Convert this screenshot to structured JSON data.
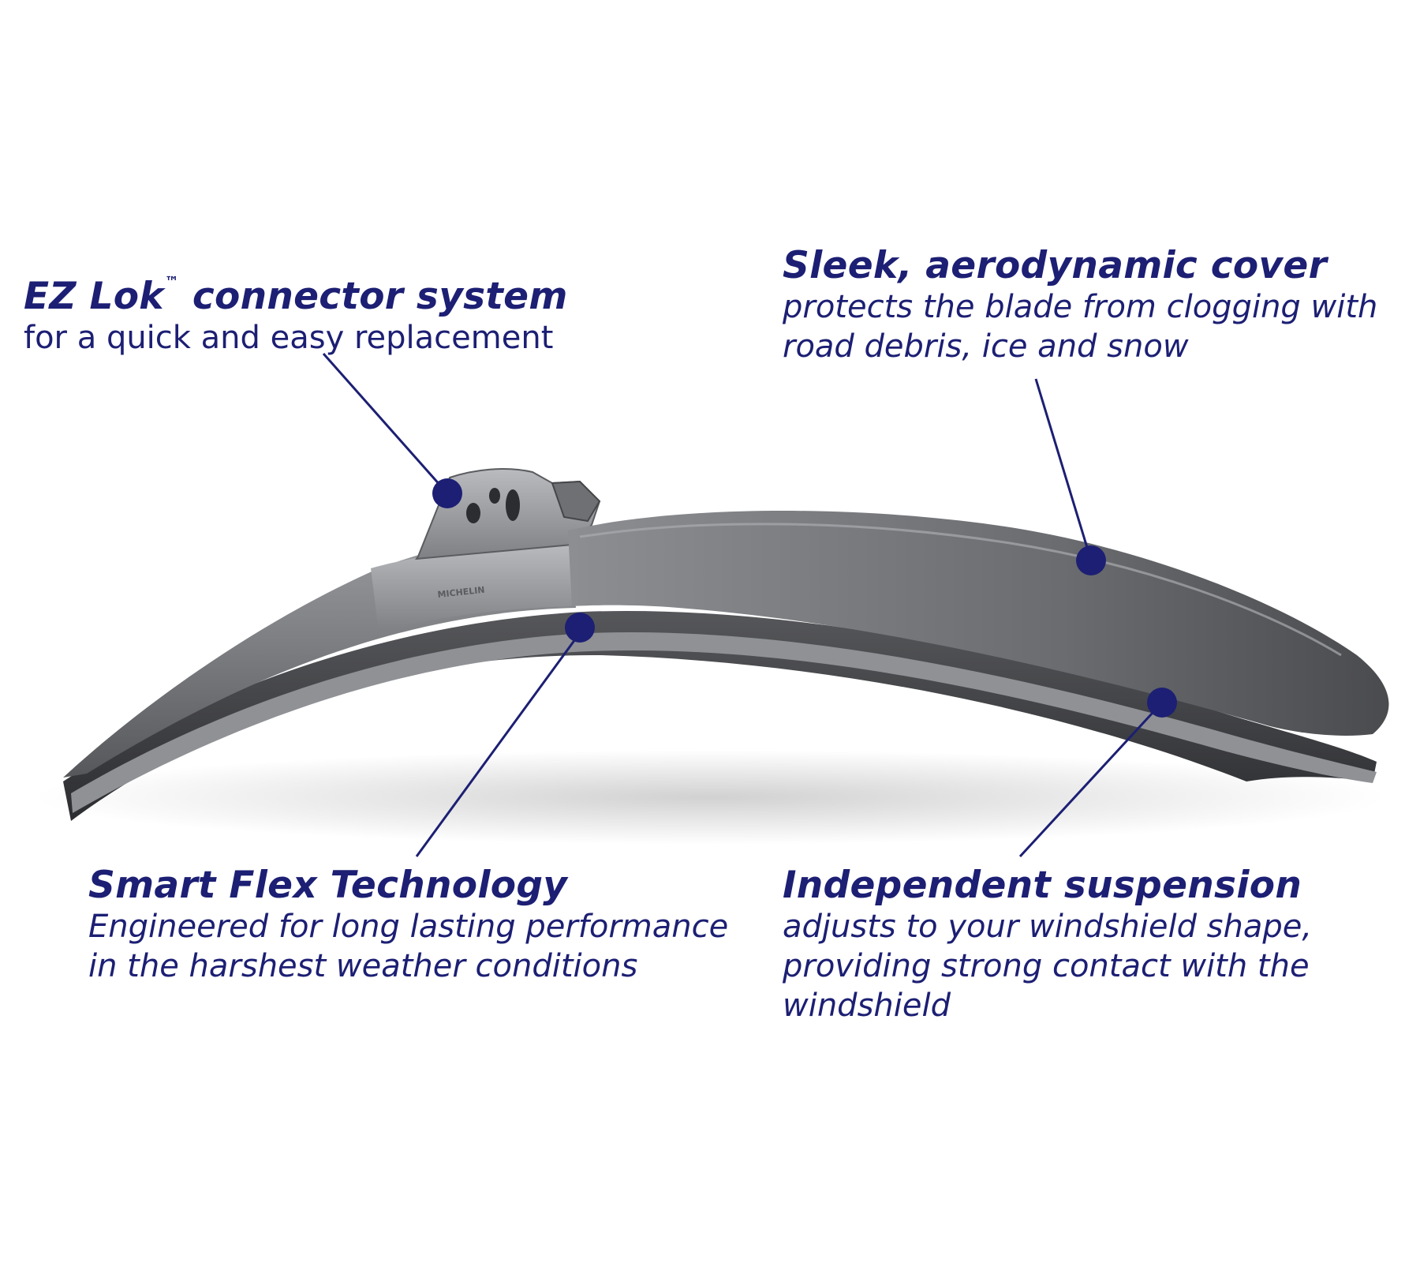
{
  "callouts": {
    "ez_lok": {
      "title": "EZ Lok",
      "trademark": "™",
      "title_rest": " connector system",
      "description": [
        "for a quick and easy replacement"
      ]
    },
    "cover": {
      "title": "Sleek, aerodynamic cover",
      "description": [
        "protects the blade from clogging with",
        "road debris, ice and snow"
      ]
    },
    "smart_flex": {
      "title": "Smart Flex Technology",
      "description": [
        "Engineered for long lasting performance",
        "in the harshest weather conditions"
      ]
    },
    "suspension": {
      "title": "Independent suspension",
      "description": [
        "adjusts to your windshield shape,",
        "providing strong contact with the",
        "windshield"
      ]
    }
  },
  "blade_logo_text": "MICHELIN",
  "colors": {
    "callout_text": "#1c1f73",
    "leader_line": "#1c1f73",
    "marker_dot": "#1c1f73",
    "blade_cover": "#7a7c80",
    "blade_rubber": "#3a3b3e",
    "background": "#ffffff"
  }
}
